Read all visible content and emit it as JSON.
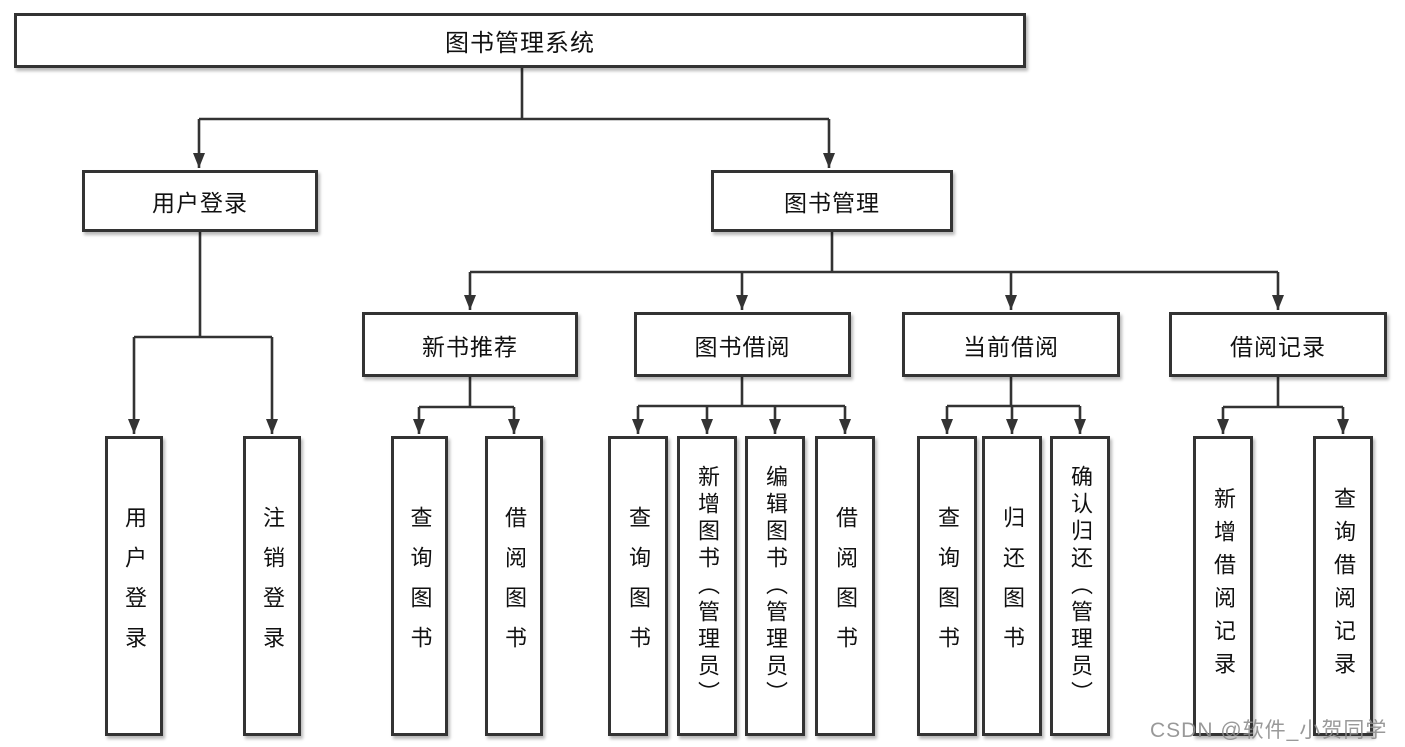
{
  "diagram": {
    "colors": {
      "line": "#333333",
      "box_border": "#333333",
      "box_fill": "#ffffff",
      "text": "#111111",
      "watermark": "#8f8f8f"
    },
    "root": {
      "label": "图书管理系统"
    },
    "branches": {
      "user_login": {
        "label": "用户登录",
        "children": [
          {
            "label": "用户登录"
          },
          {
            "label": "注销登录"
          }
        ]
      },
      "book_mgmt": {
        "label": "图书管理",
        "sections": [
          {
            "label": "新书推荐",
            "children": [
              {
                "label": "查询图书"
              },
              {
                "label": "借阅图书"
              }
            ]
          },
          {
            "label": "图书借阅",
            "children": [
              {
                "label": "查询图书"
              },
              {
                "label": "新增图书（管理员）"
              },
              {
                "label": "编辑图书（管理员）"
              },
              {
                "label": "借阅图书"
              }
            ]
          },
          {
            "label": "当前借阅",
            "children": [
              {
                "label": "查询图书"
              },
              {
                "label": "归还图书"
              },
              {
                "label": "确认归还（管理员）"
              }
            ]
          },
          {
            "label": "借阅记录",
            "children": [
              {
                "label": "新增借阅记录"
              },
              {
                "label": "查询借阅记录"
              }
            ]
          }
        ]
      }
    },
    "watermark": {
      "text": "CSDN @软件_小贺同学"
    }
  }
}
